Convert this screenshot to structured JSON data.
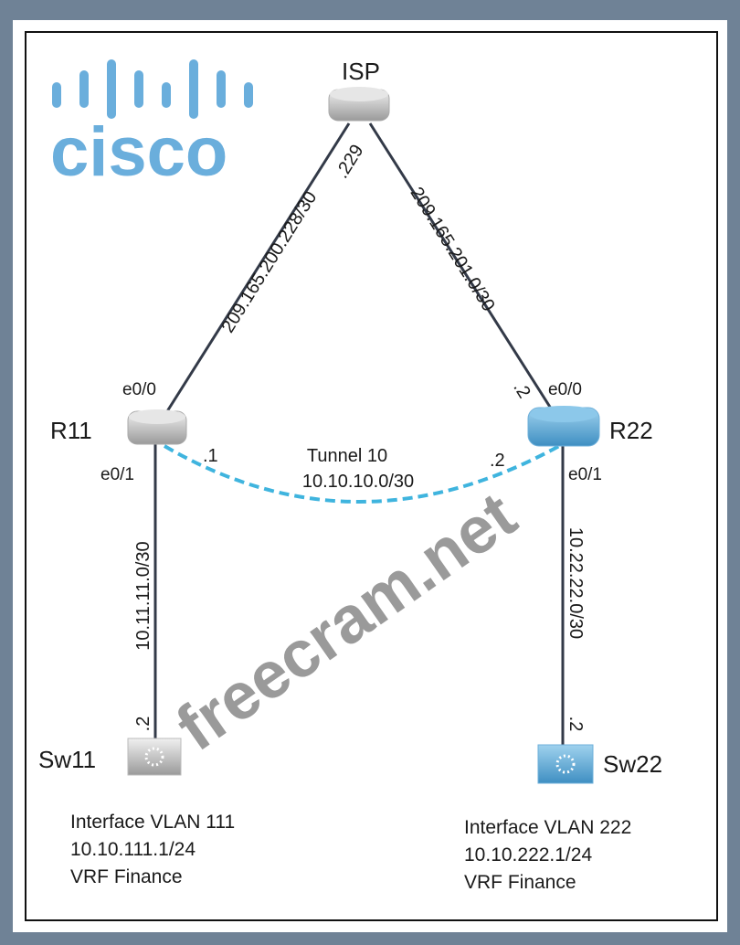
{
  "devices": {
    "isp": {
      "label": "ISP"
    },
    "r11": {
      "label": "R11",
      "e00": "e0/0",
      "e01": "e0/1"
    },
    "r22": {
      "label": "R22",
      "e00": "e0/0",
      "e01": "e0/1"
    },
    "sw11": {
      "label": "Sw11"
    },
    "sw22": {
      "label": "Sw22"
    }
  },
  "links": {
    "isp_r11": {
      "subnet": "209.165.200.228/30",
      "isp_host": ".229"
    },
    "isp_r22": {
      "subnet": "209.165.201.0/30",
      "r22_host": ".2"
    },
    "tunnel": {
      "name": "Tunnel 10",
      "subnet": "10.10.10.0/30",
      "r11_host": ".1",
      "r22_host": ".2"
    },
    "r11_sw11": {
      "subnet": "10.11.11.0/30",
      "sw_host": ".2"
    },
    "r22_sw22": {
      "subnet": "10.22.22.0/30",
      "sw_host": ".2"
    }
  },
  "notes": {
    "sw11": {
      "line1": "Interface VLAN 111",
      "line2": "10.10.111.1/24",
      "line3": "VRF Finance"
    },
    "sw22": {
      "line1": "Interface VLAN 222",
      "line2": "10.10.222.1/24",
      "line3": "VRF Finance"
    }
  },
  "watermark": {
    "text": "freecram.net",
    "logo": "cisco"
  },
  "colors": {
    "background": "#6f8296",
    "tunnel": "#3fb4de",
    "cisco": "#6aaedc",
    "router_blue": "#5ba9d6"
  }
}
